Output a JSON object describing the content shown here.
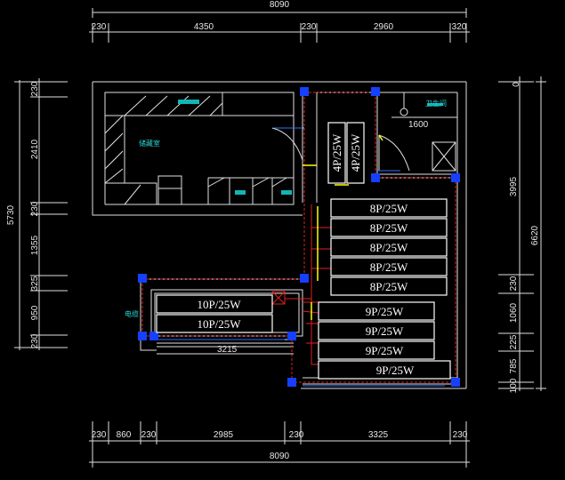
{
  "dims": {
    "top_total": "8090",
    "top_segments": [
      "230",
      "4350",
      "230",
      "2960",
      "320"
    ],
    "bottom_segments": [
      "230",
      "860",
      "230",
      "2985",
      "230",
      "3325",
      "230"
    ],
    "bottom_total": "8090",
    "left_total": "5730",
    "left_segments": [
      "230",
      "2410",
      "230",
      "1355",
      "325",
      "950",
      "230"
    ],
    "right_inner": [
      "0",
      "3995",
      "230",
      "1060",
      "225",
      "785",
      "100"
    ],
    "right_total": "6620"
  },
  "rooms": {
    "storage": "储藏室",
    "bathroom": "卫生间",
    "electrical": "电缆"
  },
  "annotations": {
    "bath_width": "1600",
    "bottom_span": "3215"
  },
  "equipment": {
    "vertical": [
      "4P/25W",
      "4P/25W"
    ],
    "eight": [
      "8P/25W",
      "8P/25W",
      "8P/25W",
      "8P/25W",
      "8P/25W"
    ],
    "ten": [
      "10P/25W",
      "10P/25W"
    ],
    "nine": [
      "9P/25W",
      "9P/25W",
      "9P/25W",
      "9P/25W"
    ]
  },
  "colors": {
    "background": "#000000",
    "wall": "#e0e0e0",
    "route": "#e02020",
    "marker": "#1540ff",
    "cyan": "#12b5b5",
    "yellow": "#ffff00"
  }
}
